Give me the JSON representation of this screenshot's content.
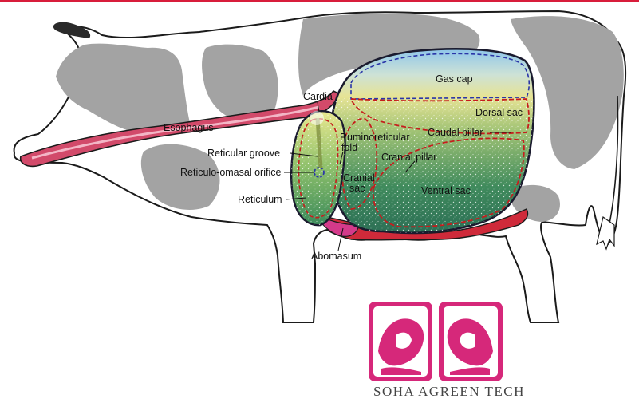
{
  "labels": {
    "gas_cap": "Gas cap",
    "dorsal_sac": "Dorsal sac",
    "cardia": "Cardia",
    "esophagus": "Esophagus",
    "caudal_pillar": "Caudal pillar",
    "ruminoreticular_1": "Ruminoreticular",
    "ruminoreticular_2": "fold",
    "reticular_groove": "Reticular groove",
    "cranial_pillar": "Cranial pillar",
    "reticulo_omasal_orifice": "Reticulo-omasal orifice",
    "cranial_sac_1": "Cranial",
    "cranial_sac_2": "sac",
    "ventral_sac": "Ventral sac",
    "reticulum": "Reticulum",
    "abomasum": "Abomasum"
  },
  "brand": {
    "name": "SOHA AGREEN TECH"
  },
  "colors": {
    "top_rule": "#d81d3b",
    "cow_patch": "#a3a3a3",
    "rumen_outline": "#1a1a2e",
    "dashed": "#d11f1f",
    "gas": "#8fc6ea",
    "abomasum": "#cf2a3a",
    "esophagus": "#d24a6a",
    "logo": "#d6287a"
  }
}
